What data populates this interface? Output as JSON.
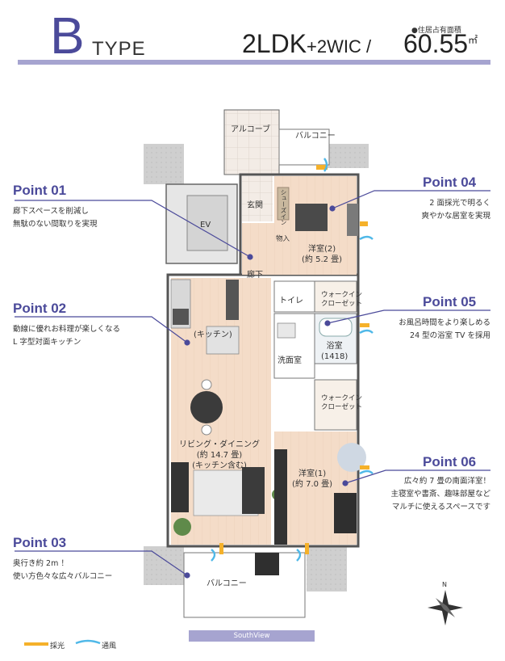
{
  "header": {
    "type_letter": "B",
    "type_word": "TYPE",
    "layout": "2LDK",
    "layout_suffix": "+2WIC /",
    "area_label": "●住居占有面積",
    "area_value": "60.55",
    "area_unit": "㎡"
  },
  "rooms": {
    "alcove": "アルコーブ",
    "balcony_small": "バルコニー",
    "entrance": "玄関",
    "shoe_storage": "シューズイン",
    "storage": "物入",
    "ev": "EV",
    "western2_name": "洋室(2)",
    "western2_size": "(約 5.2 畳)",
    "hallway": "廊下",
    "toilet": "トイレ",
    "walkin1_line1": "ウォークイン",
    "walkin1_line2": "クローゼット",
    "kitchen": "(キッチン)",
    "bath_name": "浴室",
    "bath_size": "(1418)",
    "washroom": "洗面室",
    "walkin2_line1": "ウォークイン",
    "walkin2_line2": "クローゼット",
    "ldk_name": "リビング・ダイニング",
    "ldk_size": "(約 14.7 畳)",
    "ldk_note": "(キッチン含む)",
    "western1_name": "洋室(1)",
    "western1_size": "(約 7.0 畳)",
    "balcony_main": "バルコニー"
  },
  "points": [
    {
      "title": "Point 01",
      "lines": [
        "廊下スペースを削減し",
        "無駄のない間取りを実現"
      ]
    },
    {
      "title": "Point 02",
      "lines": [
        "動線に優れお料理が楽しくなる",
        "L 字型対面キッチン"
      ]
    },
    {
      "title": "Point 03",
      "lines": [
        "奥行き約 2m ！",
        "使い方色々な広々バルコニー"
      ]
    },
    {
      "title": "Point 04",
      "lines": [
        "2 面採光で明るく",
        "爽やかな居室を実現"
      ]
    },
    {
      "title": "Point 05",
      "lines": [
        "お風呂時間をより楽しめる",
        "24 型の浴室 TV を採用"
      ]
    },
    {
      "title": "Point 06",
      "lines": [
        "広々約 7 畳の南面洋室！",
        "主寝室や書斎、趣味部屋など",
        "マルチに使えるスペースです"
      ]
    }
  ],
  "legend": {
    "light": "採光",
    "wind": "通風",
    "south": "SouthView"
  },
  "colors": {
    "accent": "#4b4a9a",
    "accent_light": "#a6a4d0",
    "floor_wood": "#f4dcc8",
    "tile": "#f3ece6",
    "wall": "#5f5f5f",
    "light_arrow": "#f5b12a",
    "wind_arrow": "#4fb8e8"
  },
  "icons": {
    "compass": "compass-rose-icon"
  }
}
